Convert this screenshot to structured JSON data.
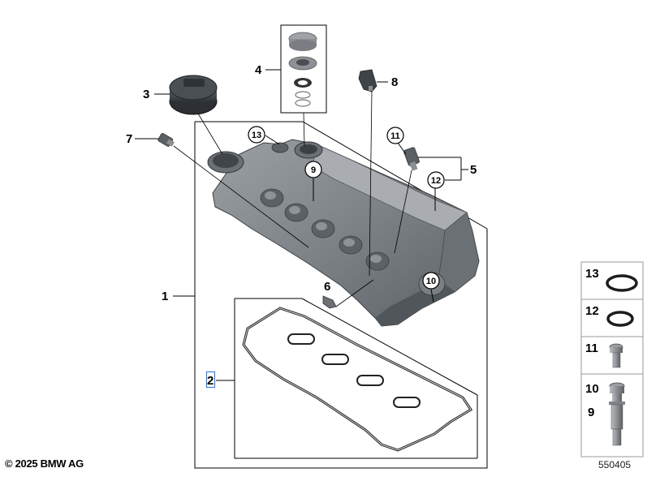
{
  "diagram": {
    "callouts": {
      "c1": "1",
      "c2": "2",
      "c3": "3",
      "c4": "4",
      "c5": "5",
      "c6": "6",
      "c7": "7",
      "c8": "8",
      "c9": "9",
      "c10": "10",
      "c11": "11",
      "c12": "12",
      "c13": "13"
    },
    "side_panel": {
      "items": [
        {
          "label": "13",
          "part": "o-ring-large"
        },
        {
          "label": "12",
          "part": "o-ring-small"
        },
        {
          "label": "11",
          "part": "bolt-short"
        },
        {
          "label": "10",
          "part": "bolt-long-upper"
        },
        {
          "label": "9",
          "part": "bolt-long-lower"
        }
      ]
    },
    "copyright": "© 2025 BMW AG",
    "diagram_number": "550405"
  },
  "colors": {
    "part_dark": "#555a60",
    "part_mid": "#8a8f94",
    "part_light": "#c4c7ca",
    "selection": "#1a73e8"
  }
}
